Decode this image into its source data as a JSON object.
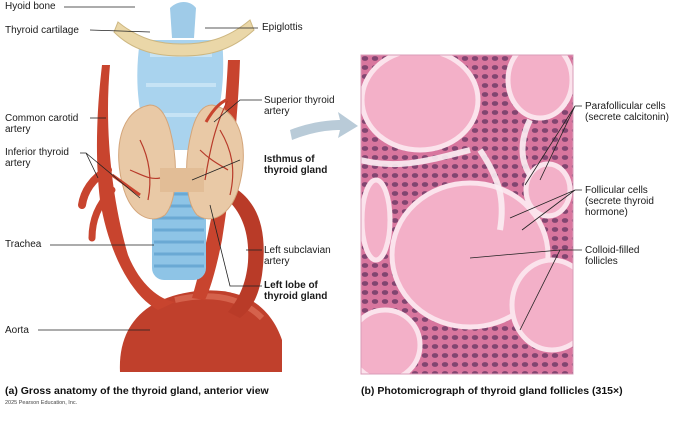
{
  "labels": {
    "hyoid_bone": "Hyoid bone",
    "epiglottis": "Epiglottis",
    "thyroid_cartilage": "Thyroid cartilage",
    "common_carotid_1": "Common carotid",
    "common_carotid_2": "artery",
    "superior_thyroid_1": "Superior thyroid",
    "superior_thyroid_2": "artery",
    "inferior_thyroid_1": "Inferior thyroid",
    "inferior_thyroid_2": "artery",
    "isthmus_1": "Isthmus of",
    "isthmus_2": "thyroid gland",
    "trachea": "Trachea",
    "left_subclavian_1": "Left subclavian",
    "left_subclavian_2": "artery",
    "left_lobe_1": "Left lobe of",
    "left_lobe_2": "thyroid gland",
    "aorta": "Aorta",
    "parafollicular_1": "Parafollicular cells",
    "parafollicular_2": "(secrete calcitonin)",
    "follicular_1": "Follicular cells",
    "follicular_2": "(secrete thyroid",
    "follicular_3": "hormone)",
    "colloid_1": "Colloid-filled",
    "colloid_2": "follicles"
  },
  "captions": {
    "a": "(a) Gross anatomy of the thyroid gland, anterior view",
    "b": "(b) Photomicrograph of thyroid gland follicles (315×)"
  },
  "copyright": "2025 Pearson Education, Inc.",
  "colors": {
    "artery": "#c8442e",
    "thyroid": "#e9c9a6",
    "cartilage": "#a9d3ee",
    "hyoid": "#ead7a8",
    "stain": "#d8769e",
    "colloid": "#f3b0c8",
    "nuclei": "#3a1d4a"
  }
}
